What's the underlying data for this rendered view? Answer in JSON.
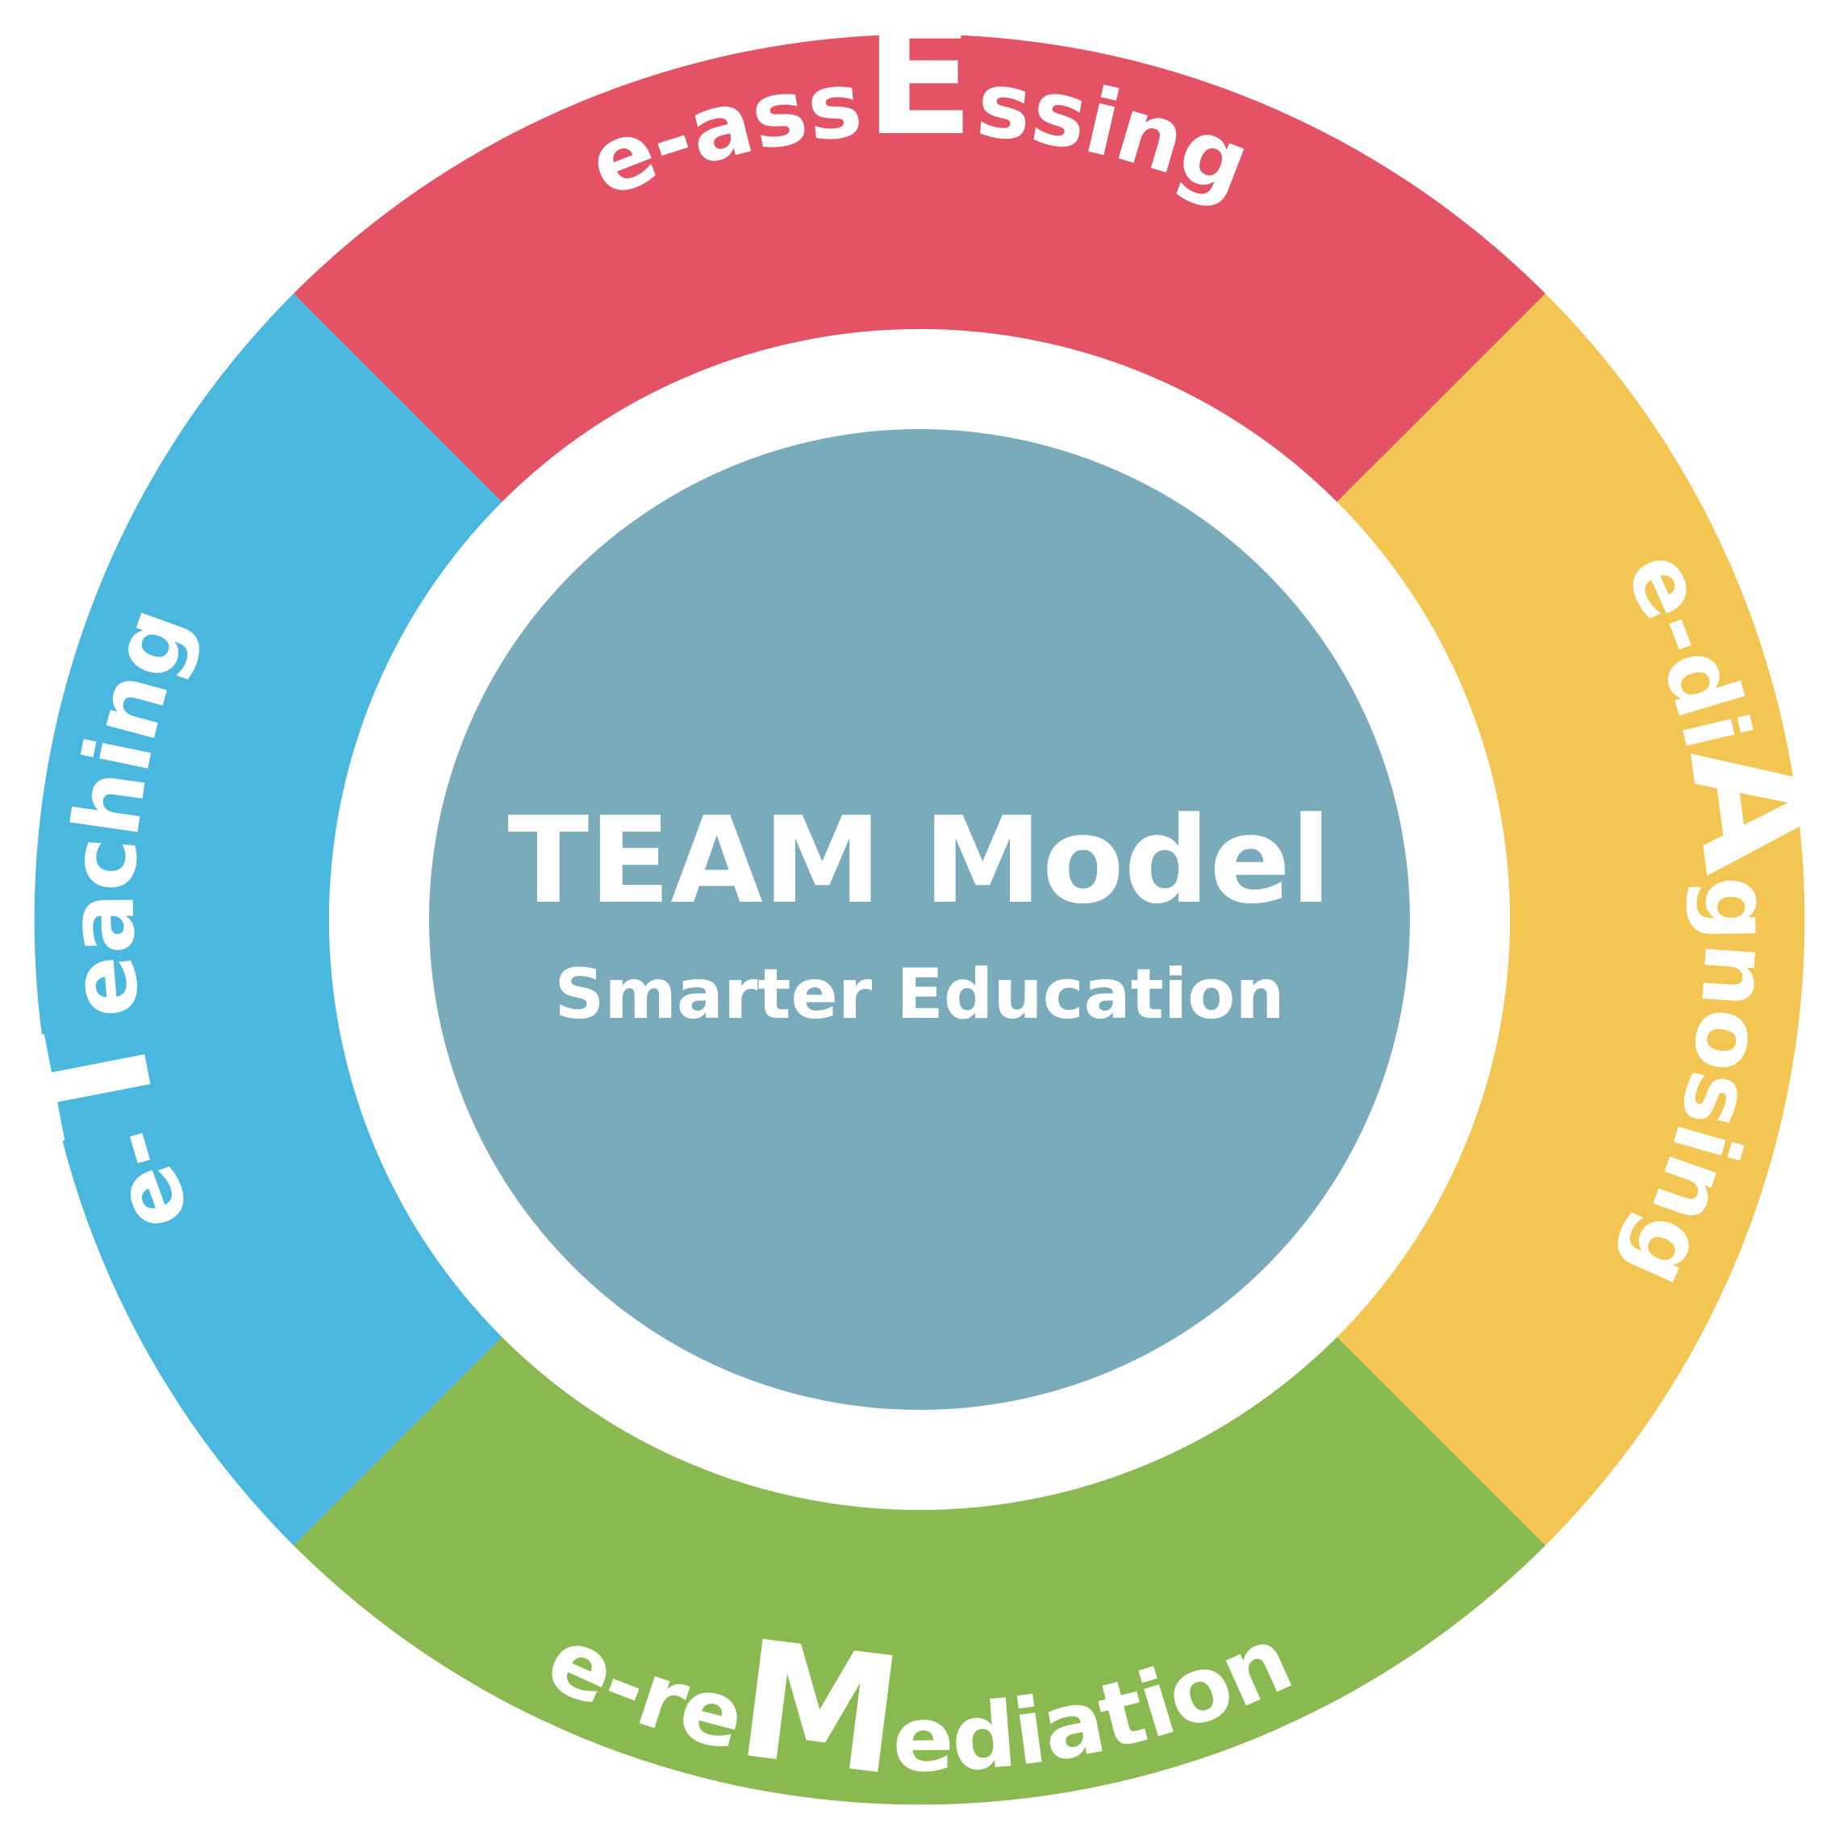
{
  "center": {
    "title": "TEAM Model",
    "subtitle": "Smarter Education",
    "color": "#7AABBB"
  },
  "segments": [
    {
      "key": "top",
      "prefix": "e-ass",
      "cap": "E",
      "suffix": "ssing",
      "color": "#E35265"
    },
    {
      "key": "right",
      "prefix": "e-di",
      "cap": "A",
      "suffix": "gnosing",
      "color": "#F3C654"
    },
    {
      "key": "bottom",
      "prefix": "e-re",
      "cap": "M",
      "suffix": "ediation",
      "color": "#8AB951"
    },
    {
      "key": "left",
      "prefix": "e-",
      "cap": "T",
      "suffix": "eaching",
      "color": "#4AB7DE"
    }
  ],
  "colors": {
    "background": "#FFFFFF",
    "ring_gap": "#FFFFFF",
    "text": "#FFFFFF"
  }
}
